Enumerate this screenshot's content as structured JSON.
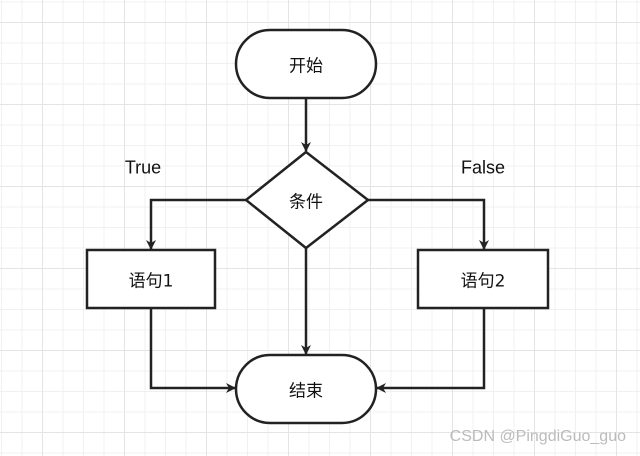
{
  "nodes": {
    "start": "开始",
    "condition": "条件",
    "statement1": "语句1",
    "statement2": "语句2",
    "end": "结束"
  },
  "branch_labels": {
    "true": "True",
    "false": "False"
  },
  "watermark": "CSDN @PingdiGuo_guo"
}
